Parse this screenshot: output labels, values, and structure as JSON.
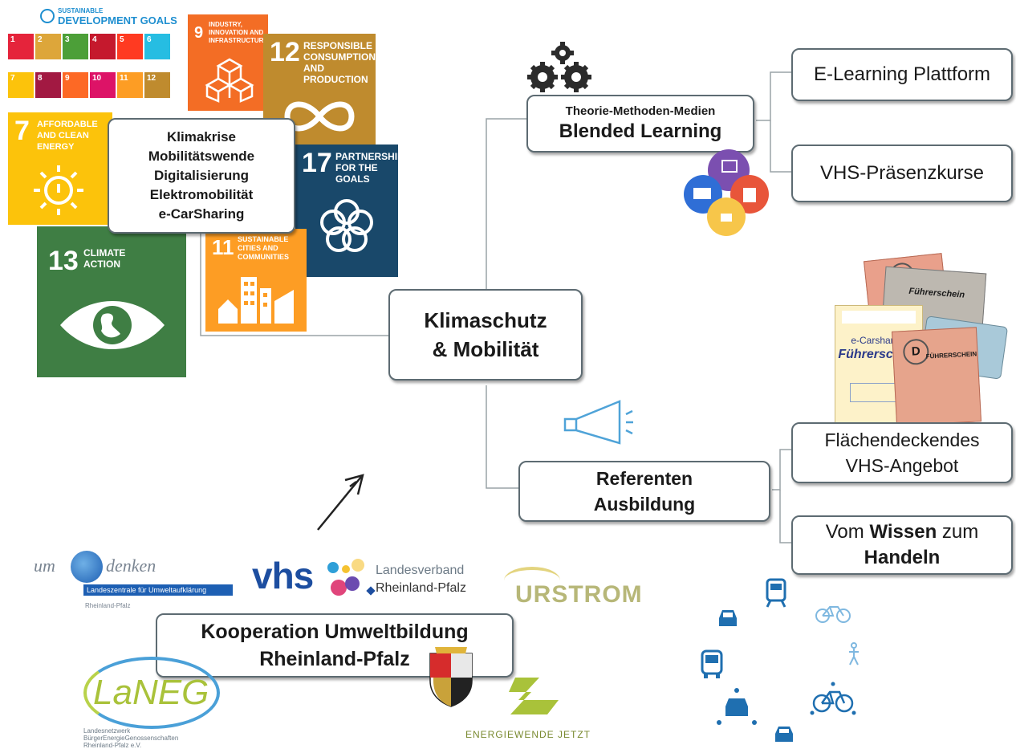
{
  "sdg": {
    "header": "DEVELOPMENT GOALS",
    "header_top": "SUSTAINABLE",
    "tiles": {
      "t9": {
        "num": "9",
        "label": "INDUSTRY, INNOVATION AND INFRASTRUCTURE"
      },
      "t12": {
        "num": "12",
        "label": "RESPONSIBLE CONSUMPTION AND PRODUCTION"
      },
      "t7": {
        "num": "7",
        "label": "AFFORDABLE AND CLEAN ENERGY"
      },
      "t17": {
        "num": "17",
        "label": "PARTNERSHIPS FOR THE GOALS"
      },
      "t13": {
        "num": "13",
        "label": "CLIMATE ACTION"
      },
      "t11": {
        "num": "11",
        "label": "SUSTAINABLE CITIES AND COMMUNITIES"
      }
    },
    "colors": {
      "t9": "#f36d25",
      "t12": "#bf8b2e",
      "t7": "#fcc30b",
      "t17": "#19486a",
      "t13": "#3f7e44",
      "t11": "#fd9d24"
    }
  },
  "topics_box": {
    "lines": [
      "Klimakrise",
      "Mobilitätswende",
      "Digitalisierung",
      "Elektromobilität",
      "e-CarSharing"
    ]
  },
  "center": {
    "line1": "Klimaschutz",
    "line2": "& Mobilität"
  },
  "blended": {
    "small": "Theorie-Methoden-Medien",
    "big": "Blended Learning"
  },
  "elearning": "E-Learning Plattform",
  "vhs_kurse": "VHS-Präsenzkurse",
  "referenten": {
    "line1": "Referenten",
    "line2": "Ausbildung"
  },
  "flaechen": {
    "line1": "Flächendeckendes",
    "line2": "VHS-Angebot"
  },
  "wissen": {
    "pre": "Vom ",
    "bold1": "Wissen",
    "mid": " zum",
    "bold2": "Handeln"
  },
  "kooperation": {
    "line1": "Kooperation Umweltbildung",
    "line2": "Rheinland-Pfalz"
  },
  "logos": {
    "umdenken_um": "um",
    "umdenken_rest": "denken",
    "umdenken_bar": "Landeszentrale für Umweltaufklärung",
    "umdenken_sub": "Rheinland-Pfalz",
    "vhs": "vhs",
    "vhs_line1": "Landesverband",
    "vhs_line2": "Rheinland-Pfalz",
    "urstrom": "URSTROM",
    "laneg": "LaNEG",
    "laneg_sub1": "Landesnetzwerk",
    "laneg_sub2": "BürgerEnergieGenossenschaften",
    "laneg_sub3": "Rheinland-Pfalz e.V.",
    "energiewende": "ENERGIEWENDE JETZT"
  },
  "license": {
    "d": "D",
    "fuehrerschein": "Führerschein",
    "ecar_line1": "e-Carsharing",
    "ecar_line2": "Führerschein",
    "fuehrerschein_stamp": "FÜHRERSCHEIN"
  },
  "icons": [
    "gears-icon",
    "media-icons",
    "megaphone-icon",
    "arrow-icon",
    "mobility-icons"
  ]
}
